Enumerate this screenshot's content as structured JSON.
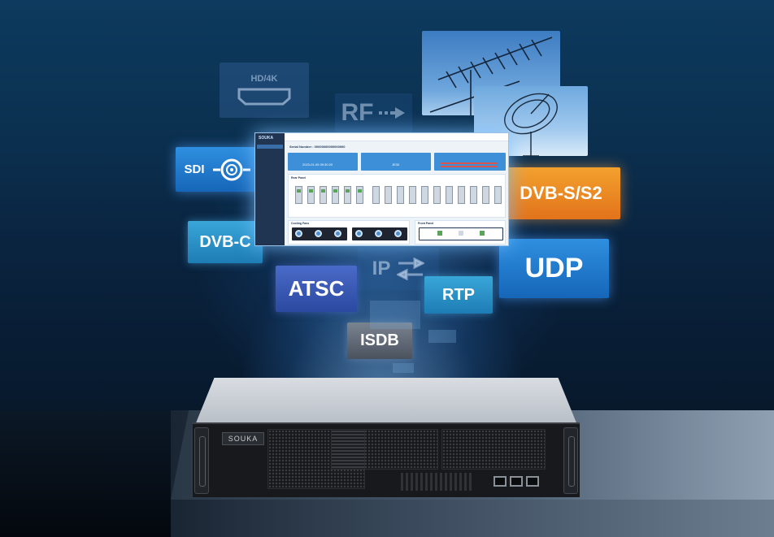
{
  "tiles": {
    "hd4k": "HD/4K",
    "rf": "RF",
    "sdi": "SDI",
    "dvbc": "DVB-C",
    "dvbs": "DVB-S/S2",
    "ip": "IP",
    "udp": "UDP",
    "atsc": "ATSC",
    "rtp": "RTP",
    "isdb": "ISDB"
  },
  "dashboard": {
    "logo": "SOUKA",
    "serial_label": "Serial Number : 00000000000000000",
    "card_time": "2023-01-05 09:30:20",
    "card_temp": "JE30",
    "panel_rear": "Rear Panel",
    "panel_cooling": "Cooling Fans",
    "panel_front": "Front Panel"
  },
  "server": {
    "brand": "SOUKA"
  },
  "colors": {
    "accent_blue": "#1666b8",
    "accent_orange": "#e2731a"
  }
}
